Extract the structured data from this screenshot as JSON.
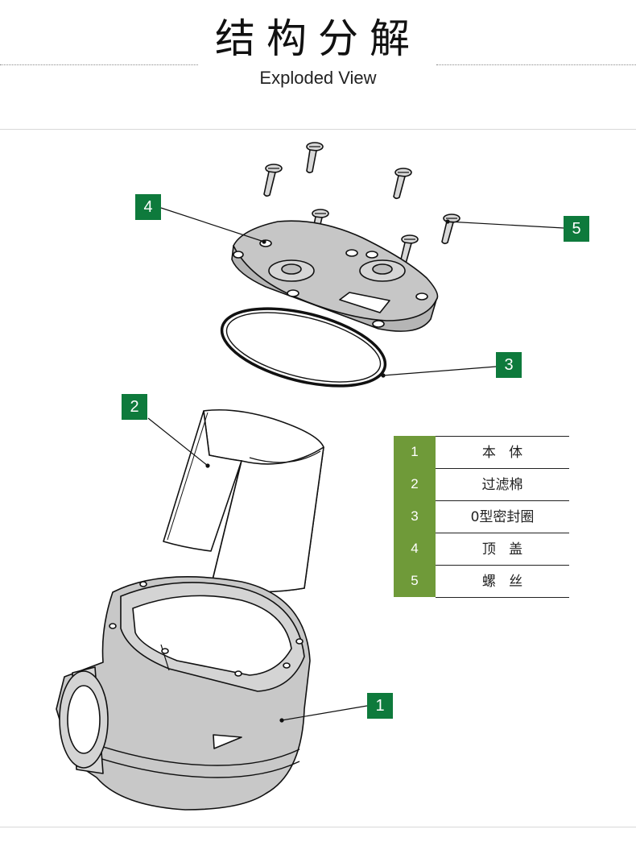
{
  "header": {
    "title_cn": "结构分解",
    "title_en": "Exploded View"
  },
  "callouts": [
    "1",
    "2",
    "3",
    "4",
    "5"
  ],
  "legend": [
    {
      "num": "1",
      "name": "本   体"
    },
    {
      "num": "2",
      "name": "过滤棉"
    },
    {
      "num": "3",
      "name": "0型密封圈"
    },
    {
      "num": "4",
      "name": "顶   盖"
    },
    {
      "num": "5",
      "name": "螺   丝"
    }
  ],
  "colors": {
    "callout": "#0e7a3c",
    "legend_number": "#6f9a39",
    "part_fill": "#c4c4c4",
    "outline": "#111111"
  }
}
